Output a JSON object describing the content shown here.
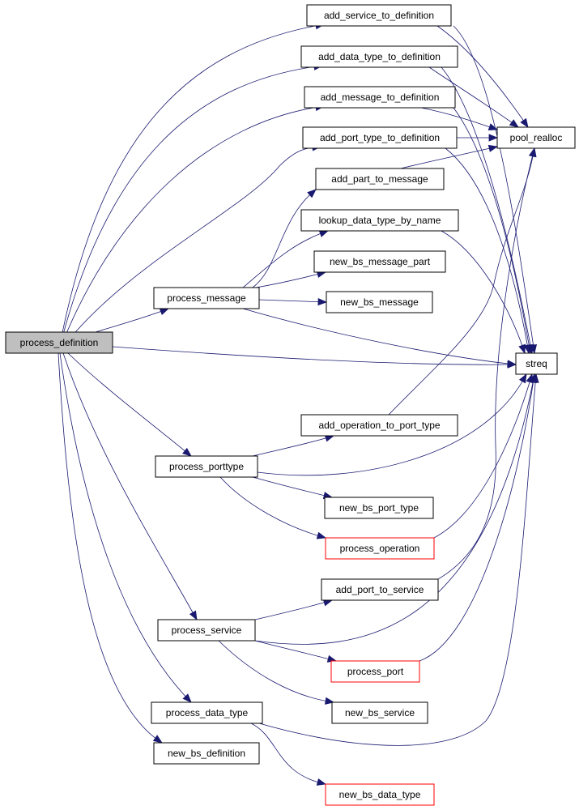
{
  "colors": {
    "edge": "#191970",
    "node_border": "#000000",
    "node_border_incomplete": "#ff0000",
    "node_fill": "#ffffff",
    "node_fill_selected": "#bfbfbf"
  },
  "nodes": [
    {
      "id": "process_definition",
      "label": "process_definition",
      "selected": true
    },
    {
      "id": "process_message",
      "label": "process_message"
    },
    {
      "id": "process_porttype",
      "label": "process_porttype"
    },
    {
      "id": "process_service",
      "label": "process_service"
    },
    {
      "id": "process_data_type",
      "label": "process_data_type"
    },
    {
      "id": "new_bs_definition",
      "label": "new_bs_definition"
    },
    {
      "id": "add_service_to_definition",
      "label": "add_service_to_definition"
    },
    {
      "id": "add_data_type_to_definition",
      "label": "add_data_type_to_definition"
    },
    {
      "id": "add_message_to_definition",
      "label": "add_message_to_definition"
    },
    {
      "id": "add_port_type_to_definition",
      "label": "add_port_type_to_definition"
    },
    {
      "id": "add_part_to_message",
      "label": "add_part_to_message"
    },
    {
      "id": "lookup_data_type_by_name",
      "label": "lookup_data_type_by_name"
    },
    {
      "id": "new_bs_message_part",
      "label": "new_bs_message_part"
    },
    {
      "id": "new_bs_message",
      "label": "new_bs_message"
    },
    {
      "id": "add_operation_to_port_type",
      "label": "add_operation_to_port_type"
    },
    {
      "id": "new_bs_port_type",
      "label": "new_bs_port_type"
    },
    {
      "id": "process_operation",
      "label": "process_operation",
      "incomplete": true
    },
    {
      "id": "add_port_to_service",
      "label": "add_port_to_service"
    },
    {
      "id": "process_port",
      "label": "process_port",
      "incomplete": true
    },
    {
      "id": "new_bs_service",
      "label": "new_bs_service"
    },
    {
      "id": "new_bs_data_type",
      "label": "new_bs_data_type",
      "incomplete": true
    },
    {
      "id": "pool_realloc",
      "label": "pool_realloc"
    },
    {
      "id": "streq",
      "label": "streq"
    }
  ],
  "edges": [
    [
      "process_definition",
      "add_service_to_definition"
    ],
    [
      "process_definition",
      "add_data_type_to_definition"
    ],
    [
      "process_definition",
      "add_message_to_definition"
    ],
    [
      "process_definition",
      "add_port_type_to_definition"
    ],
    [
      "process_definition",
      "process_message"
    ],
    [
      "process_definition",
      "streq"
    ],
    [
      "process_definition",
      "process_porttype"
    ],
    [
      "process_definition",
      "process_service"
    ],
    [
      "process_definition",
      "process_data_type"
    ],
    [
      "process_definition",
      "new_bs_definition"
    ],
    [
      "add_service_to_definition",
      "pool_realloc"
    ],
    [
      "add_service_to_definition",
      "streq"
    ],
    [
      "add_data_type_to_definition",
      "pool_realloc"
    ],
    [
      "add_data_type_to_definition",
      "streq"
    ],
    [
      "add_message_to_definition",
      "pool_realloc"
    ],
    [
      "add_message_to_definition",
      "streq"
    ],
    [
      "add_port_type_to_definition",
      "pool_realloc"
    ],
    [
      "add_port_type_to_definition",
      "streq"
    ],
    [
      "add_part_to_message",
      "pool_realloc"
    ],
    [
      "process_message",
      "add_part_to_message"
    ],
    [
      "process_message",
      "lookup_data_type_by_name"
    ],
    [
      "process_message",
      "new_bs_message_part"
    ],
    [
      "process_message",
      "new_bs_message"
    ],
    [
      "process_message",
      "streq"
    ],
    [
      "lookup_data_type_by_name",
      "streq"
    ],
    [
      "process_porttype",
      "add_operation_to_port_type"
    ],
    [
      "process_porttype",
      "streq"
    ],
    [
      "process_porttype",
      "new_bs_port_type"
    ],
    [
      "process_porttype",
      "process_operation"
    ],
    [
      "add_operation_to_port_type",
      "pool_realloc"
    ],
    [
      "process_operation",
      "streq"
    ],
    [
      "process_service",
      "add_port_to_service"
    ],
    [
      "process_service",
      "streq"
    ],
    [
      "process_service",
      "process_port"
    ],
    [
      "process_service",
      "new_bs_service"
    ],
    [
      "add_port_to_service",
      "pool_realloc"
    ],
    [
      "process_port",
      "streq"
    ],
    [
      "process_data_type",
      "streq"
    ],
    [
      "process_data_type",
      "new_bs_data_type"
    ]
  ]
}
